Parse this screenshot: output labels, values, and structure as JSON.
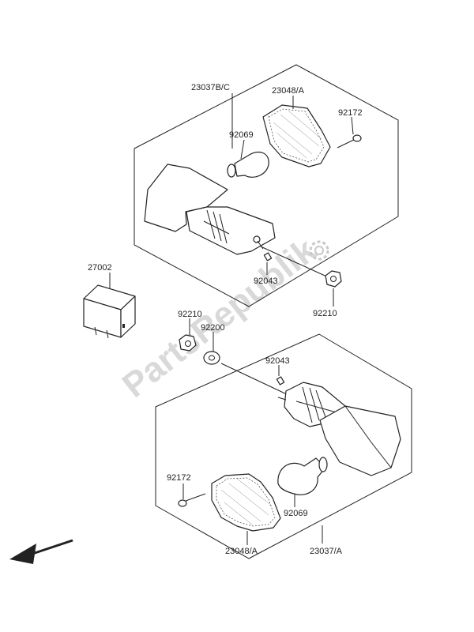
{
  "labels": {
    "upper_assembly": "23037B/C",
    "upper_lens": "23048/A",
    "upper_screw": "92172",
    "upper_bulb": "92069",
    "upper_washer_small": "92043",
    "upper_nut": "92210",
    "relay": "27002",
    "lower_nut": "92210",
    "lower_washer": "92200",
    "lower_washer_small": "92043",
    "lower_screw": "92172",
    "lower_bulb": "92069",
    "lower_lens": "23048/A",
    "lower_assembly": "23037/A"
  },
  "watermark": "PartsRepublik",
  "icons": {
    "arrow": "direction-arrow-icon",
    "gear": "gear-icon"
  },
  "colors": {
    "line": "#222222",
    "watermark": "#d9d9d9"
  }
}
